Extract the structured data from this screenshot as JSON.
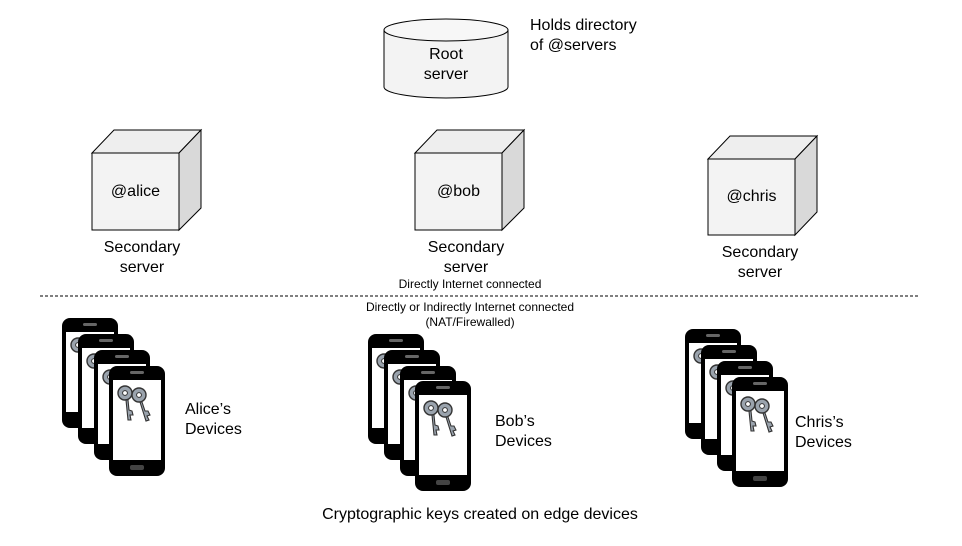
{
  "root": {
    "label": "Root\nserver",
    "note": "Holds directory\nof @servers"
  },
  "servers": [
    {
      "handle": "@alice",
      "label": "Secondary\nserver"
    },
    {
      "handle": "@bob",
      "label": "Secondary\nserver"
    },
    {
      "handle": "@chris",
      "label": "Secondary\nserver"
    }
  ],
  "connectivity": {
    "above": "Directly Internet connected",
    "below": "Directly or Indirectly  Internet connected\n(NAT/Firewalled)"
  },
  "device_groups": [
    {
      "label": "Alice’s\nDevices"
    },
    {
      "label": "Bob’s\nDevices"
    },
    {
      "label": "Chris’s\nDevices"
    }
  ],
  "footer": "Cryptographic keys created on edge devices",
  "colors": {
    "server_face": "#f3f3f3",
    "server_top": "#eeeeee",
    "server_side": "#d9d9d9",
    "phone_body": "#000000",
    "phone_screen": "#ffffff",
    "key_fill": "#9aa3ad",
    "divider": "#000000"
  }
}
